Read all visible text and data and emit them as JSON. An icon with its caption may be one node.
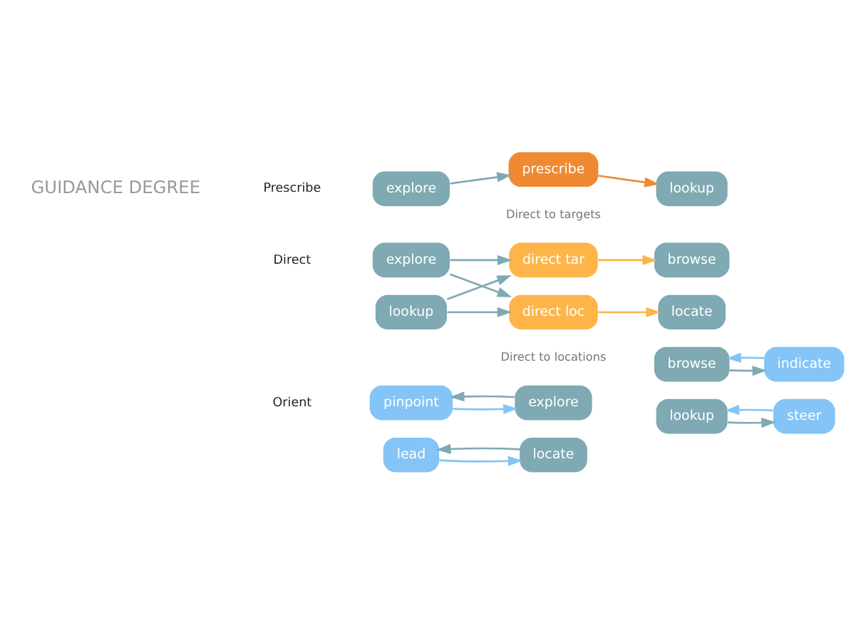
{
  "diagram": {
    "nodes": [
      {
        "text": [
          "explore"
        ]
      },
      {
        "text": [
          "prescribe"
        ]
      },
      {
        "text": [
          "lookup"
        ]
      },
      {
        "text": [
          "explore"
        ]
      },
      {
        "text": [
          "direct tar"
        ],
        "beside": [
          "Direct to targets"
        ]
      },
      {
        "text": [
          "browse"
        ]
      },
      {
        "text": [
          "lookup"
        ]
      },
      {
        "text": [
          "direct loc"
        ],
        "beside": [
          "Direct to locations"
        ]
      },
      {
        "text": [
          "locate"
        ]
      },
      {
        "text": [
          "pinpoint"
        ]
      },
      {
        "text": [
          "indicate"
        ]
      },
      {
        "text": [
          "explore"
        ]
      },
      {
        "text": [
          "browse"
        ]
      },
      {
        "text": [
          "locate"
        ]
      },
      {
        "text": [
          "lookup"
        ]
      },
      {
        "text": [
          "lead"
        ]
      },
      {
        "text": [
          "steer"
        ]
      }
    ],
    "edges": [
      {
        "from": 0,
        "to": 1,
        "arrow": "to"
      },
      {
        "from": 1,
        "to": 2,
        "arrow": "to",
        "color": "#ef8a32"
      },
      {
        "from": 3,
        "to": 4,
        "arrow": "to"
      },
      {
        "from": 3,
        "to": 7,
        "arrow": "to"
      },
      {
        "from": 6,
        "to": 4,
        "arrow": "to"
      },
      {
        "from": 6,
        "to": 7,
        "arrow": "to"
      },
      {
        "from": 4,
        "to": 5,
        "arrow": "to",
        "color": "#fdb54a"
      },
      {
        "from": 7,
        "to": 8,
        "arrow": "to",
        "color": "#fdb54a"
      },
      {
        "from": 9,
        "to": 11,
        "arrow": "to",
        "color": "#84c4f6"
      },
      {
        "from": 11,
        "to": 9,
        "arrow": "to"
      },
      {
        "from": 10,
        "to": 12,
        "arrow": "to",
        "color": "#84c4f6"
      },
      {
        "from": 12,
        "to": 10,
        "arrow": "to"
      },
      {
        "from": 13,
        "to": 15,
        "arrow": "to"
      },
      {
        "from": 15,
        "to": 13,
        "arrow": "to",
        "color": "#84c4f6"
      },
      {
        "from": 14,
        "to": 16,
        "arrow": "to"
      },
      {
        "from": 16,
        "to": 14,
        "arrow": "to",
        "color": "#84c4f6"
      }
    ],
    "labels": [
      "Prescribe",
      "Direct",
      "Orient",
      "GUIDANCE DEGREE"
    ]
  }
}
